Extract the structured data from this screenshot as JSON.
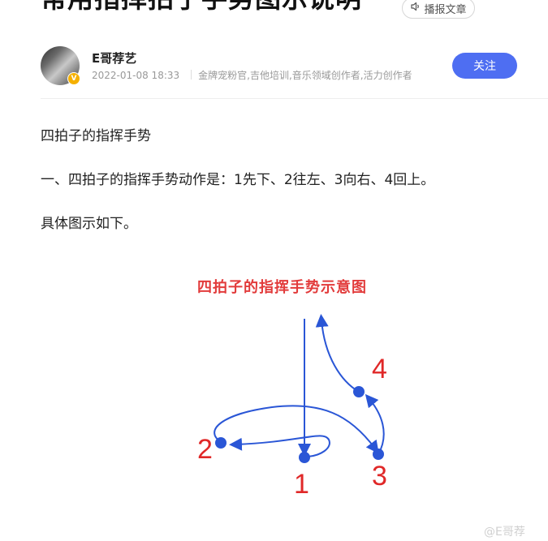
{
  "article": {
    "title": "常用指挥拍子手势图示说明",
    "listen_label": "播报文章"
  },
  "author": {
    "name": "E哥荐艺",
    "date": "2022-01-08 18:33",
    "tags": "金牌宠粉官,吉他培训,音乐领域创作者,活力创作者",
    "follow_label": "关注"
  },
  "body": {
    "p1": "四拍子的指挥手势",
    "p2": "一、四拍子的指挥手势动作是：1先下、2往左、3向右、4回上。",
    "p3": "具体图示如下。"
  },
  "figure": {
    "title": "四拍子的指挥手势示意图",
    "beats": [
      "1",
      "2",
      "3",
      "4"
    ],
    "watermark": "@E哥荐"
  }
}
